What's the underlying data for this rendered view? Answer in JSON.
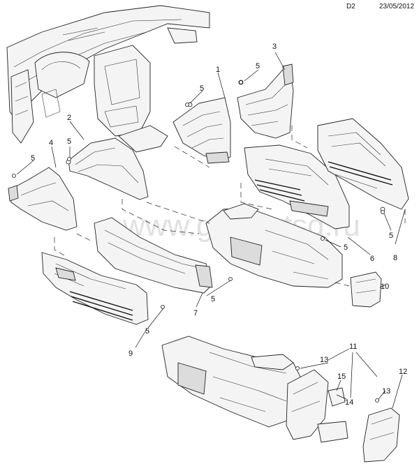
{
  "header": {
    "sheet_code": "D2",
    "date": "23/05/2012"
  },
  "watermark": "www.gmpartsd.ru",
  "callouts": {
    "c1": "1",
    "c2": "2",
    "c3": "3",
    "c4": "4",
    "c5a": "5",
    "c5b": "5",
    "c5c": "5",
    "c5d": "5",
    "c5e": "5",
    "c5f": "5",
    "c5g": "5",
    "c5h": "5",
    "c6": "6",
    "c7": "7",
    "c8": "8",
    "c9": "9",
    "c10": "10",
    "c11": "11",
    "c12": "12",
    "c13a": "13",
    "c13b": "13",
    "c14": "14",
    "c15": "15"
  }
}
